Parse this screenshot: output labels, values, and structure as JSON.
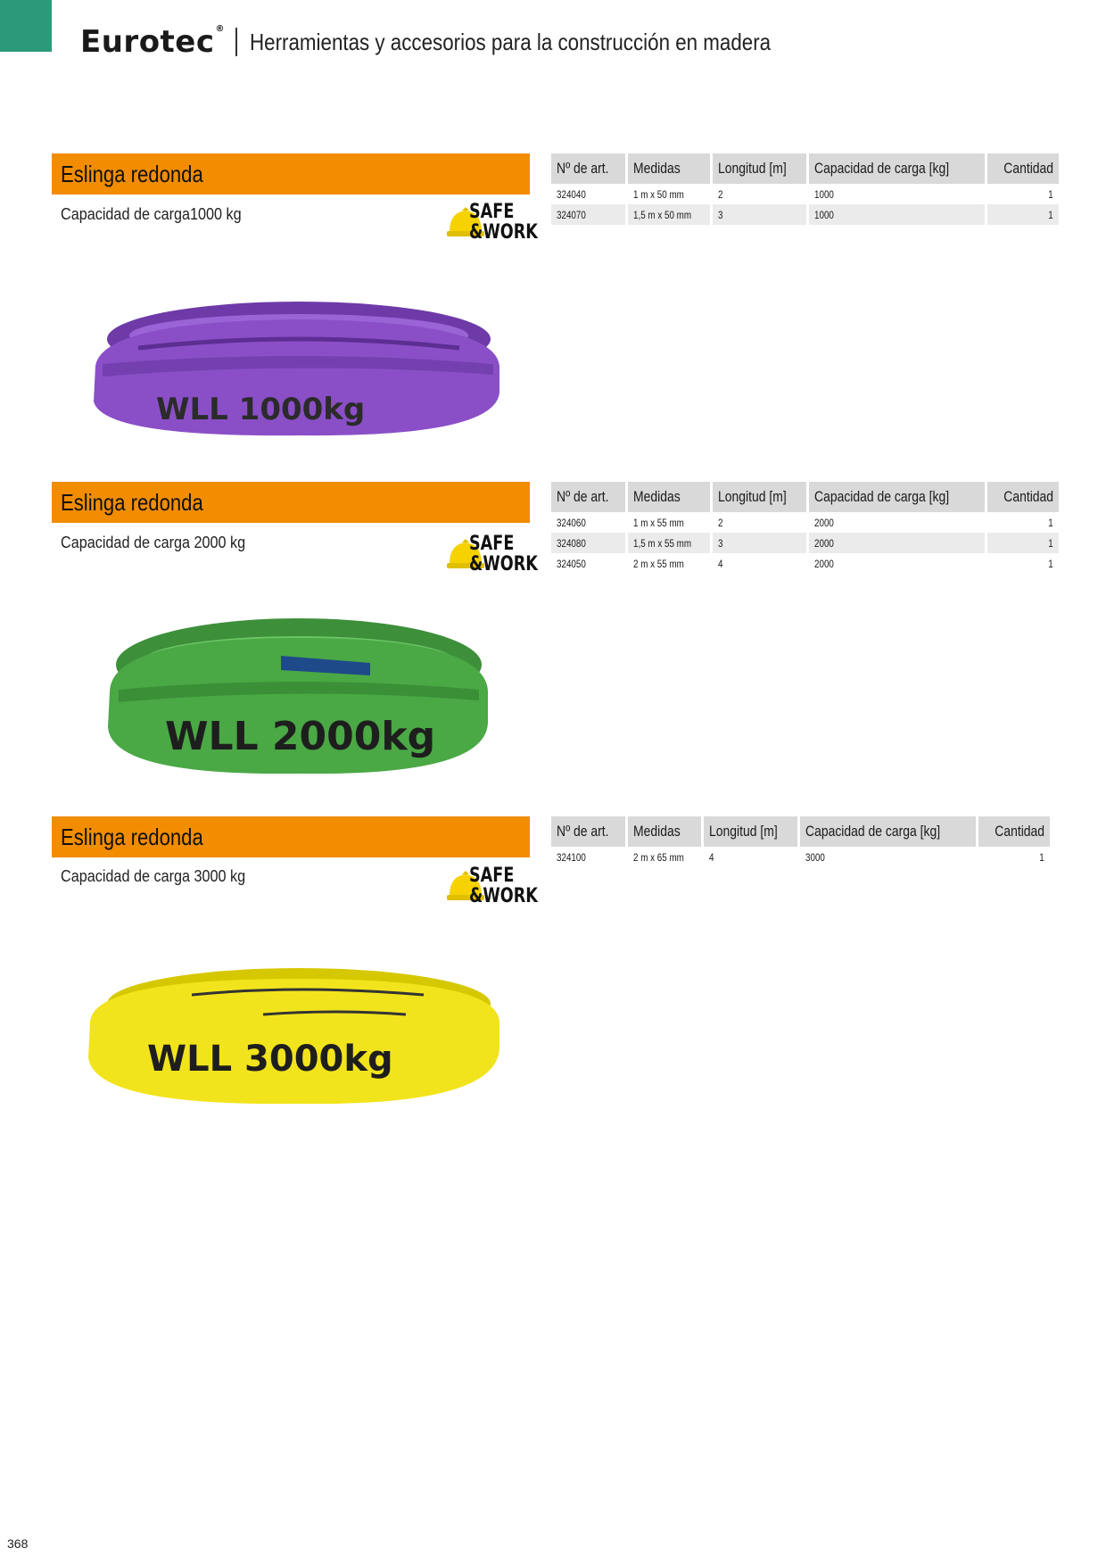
{
  "header": {
    "logo": "Eurotec",
    "logo_mark": "®",
    "title": "Herramientas y accesorios para la construcción en madera"
  },
  "colors": {
    "accent_green": "#2c9a7a",
    "section_bar": "#f28c00",
    "table_header": "#d9d9d9",
    "table_alt_row": "#ebebeb",
    "badge_helmet": "#f5d200"
  },
  "badge": {
    "line1": "SAFE",
    "line2": "&WORK",
    "icon": "helmet-icon"
  },
  "table_headers": [
    "Nº de art.",
    "Medidas",
    "Longitud [m]",
    "Capacidad de carga [kg]",
    "Cantidad"
  ],
  "sections": [
    {
      "title": "Eslinga redonda",
      "subtitle": "Capacidad de carga1000 kg",
      "sling_color": "purple",
      "sling_hex": "#8a4fc7",
      "sling_label": "WLL 1000kg",
      "rows": [
        [
          "324040",
          "1 m x 50 mm",
          "2",
          "1000",
          "1"
        ],
        [
          "324070",
          "1,5 m x 50 mm",
          "3",
          "1000",
          "1"
        ]
      ]
    },
    {
      "title": "Eslinga redonda",
      "subtitle": "Capacidad de carga 2000 kg",
      "sling_color": "green",
      "sling_hex": "#4aa845",
      "sling_label": "WLL 2000kg",
      "rows": [
        [
          "324060",
          "1 m x 55 mm",
          "2",
          "2000",
          "1"
        ],
        [
          "324080",
          "1,5 m x 55 mm",
          "3",
          "2000",
          "1"
        ],
        [
          "324050",
          "2 m x 55 mm",
          "4",
          "2000",
          "1"
        ]
      ]
    },
    {
      "title": "Eslinga redonda",
      "subtitle": "Capacidad de carga 3000 kg",
      "sling_color": "yellow",
      "sling_hex": "#f2e41c",
      "sling_label": "WLL 3000kg",
      "rows": [
        [
          "324100",
          "2 m x 65 mm",
          "4",
          "3000",
          "1"
        ]
      ]
    }
  ],
  "page_number": "368"
}
